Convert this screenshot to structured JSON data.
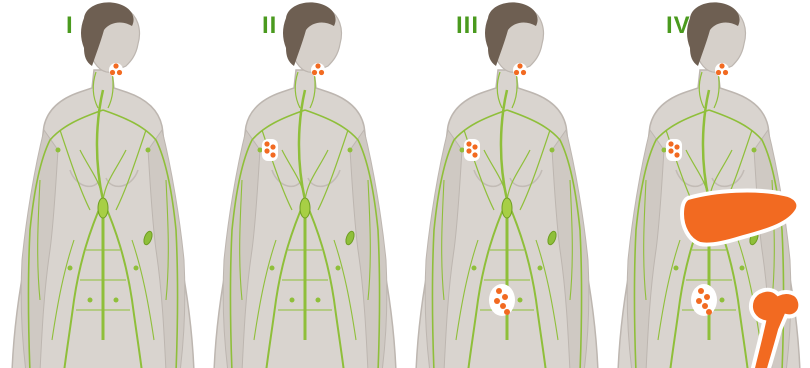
{
  "panels": [
    {
      "label": "I"
    },
    {
      "label": "II"
    },
    {
      "label": "III"
    },
    {
      "label": "IV"
    }
  ],
  "colors": {
    "label": "#4a9a1e",
    "skin": "#d9d4cf",
    "skin_outline": "#bdb6b0",
    "hair": "#6e5f52",
    "lymph": "#8fbf3a",
    "lymph_dark": "#6e9e22",
    "tumor": "#f26a21",
    "tumor_outline": "#ffffff"
  }
}
